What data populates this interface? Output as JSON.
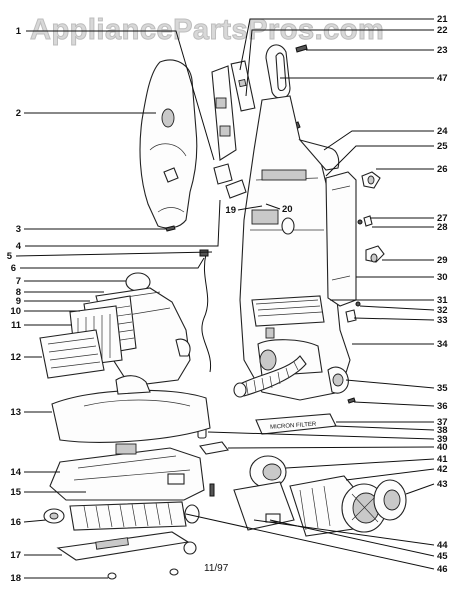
{
  "watermark": "AppliancePartsPros.com",
  "date_code": "11/97",
  "filter_label": "MICRON FILTER",
  "callouts_left": [
    "1",
    "2",
    "3",
    "4",
    "5",
    "6",
    "7",
    "8",
    "9",
    "10",
    "11",
    "12",
    "13",
    "14",
    "15",
    "16",
    "17",
    "18"
  ],
  "callouts_right": [
    "21",
    "22",
    "23",
    "47",
    "24",
    "25",
    "26",
    "27",
    "28",
    "29",
    "30",
    "31",
    "32",
    "33",
    "34",
    "35",
    "36",
    "37",
    "38",
    "39",
    "40",
    "41",
    "42",
    "43",
    "44",
    "45",
    "46"
  ],
  "callouts_inner": [
    "19",
    "20"
  ]
}
